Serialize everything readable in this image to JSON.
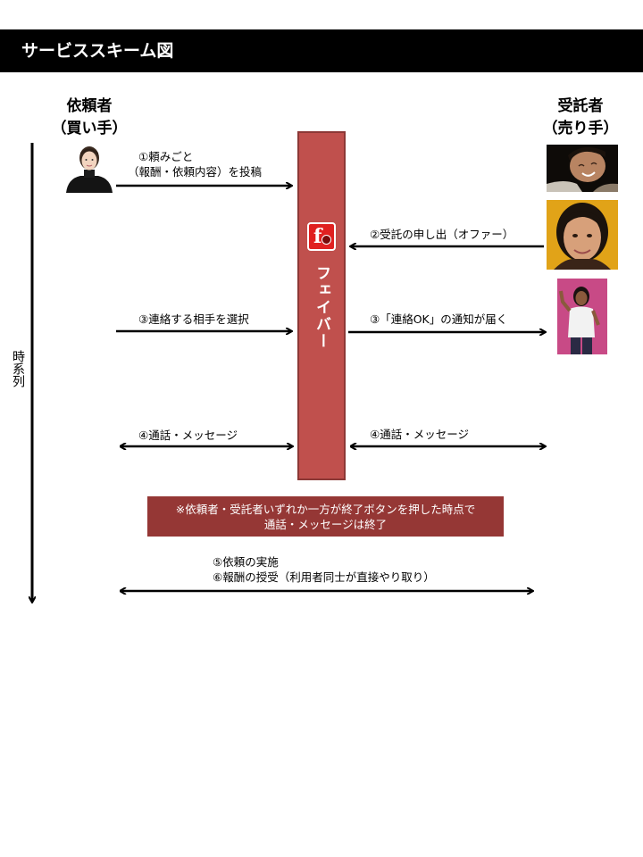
{
  "header": {
    "title": "サービススキーム図"
  },
  "client": {
    "name": "依頼者",
    "role": "（買い手）"
  },
  "contractor": {
    "name": "受託者",
    "role": "（売り手）"
  },
  "timeline": {
    "label": "時系列"
  },
  "platform": {
    "name": "フェイバー",
    "logo_letter": "f",
    "color": "#c0504d"
  },
  "steps": {
    "s1_line1": "①頼みごと",
    "s1_line2": "（報酬・依頼内容）を投稿",
    "s2": "②受託の申し出（オファー）",
    "s3_left": "③連絡する相手を選択",
    "s3_right": "③「連絡OK」の通知が届く",
    "s4_left": "④通話・メッセージ",
    "s4_right": "④通話・メッセージ",
    "s5": "⑤依頼の実施",
    "s6": "⑥報酬の授受（利用者同士が直接やり取り）"
  },
  "note": {
    "line1": "※依頼者・受託者いずれか一方が終了ボタンを押した時点で",
    "line2": "通話・メッセージは終了",
    "color": "#953735"
  }
}
